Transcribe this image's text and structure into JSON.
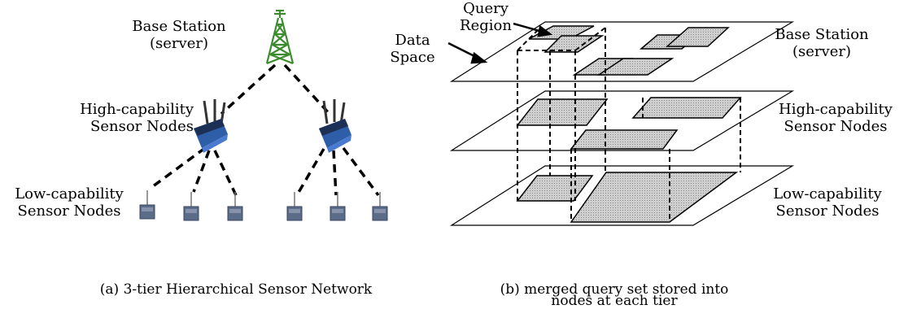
{
  "panel_a": {
    "base_station_line1": "Base Station",
    "base_station_line2": "(server)",
    "high_line1": "High-capability",
    "high_line2": "Sensor Nodes",
    "low_line1": "Low-capability",
    "low_line2": "Sensor Nodes",
    "caption": "(a) 3-tier Hierarchical Sensor Network"
  },
  "panel_b": {
    "query_line1": "Query",
    "query_line2": "Region",
    "data_line1": "Data",
    "data_line2": "Space",
    "base_station_line1": "Base Station",
    "base_station_line2": "(server)",
    "high_line1": "High-capability",
    "high_line2": "Sensor Nodes",
    "low_line1": "Low-capability",
    "low_line2": "Sensor Nodes",
    "caption_line1": "(b) merged query set stored into",
    "caption_line2": "nodes at each tier"
  },
  "colors": {
    "tower": "#3d8b2f",
    "router": "#2f5ea8",
    "router_dark": "#1c2f55",
    "sensor": "#5a6c88",
    "query_fill": "#c9c9c9"
  }
}
